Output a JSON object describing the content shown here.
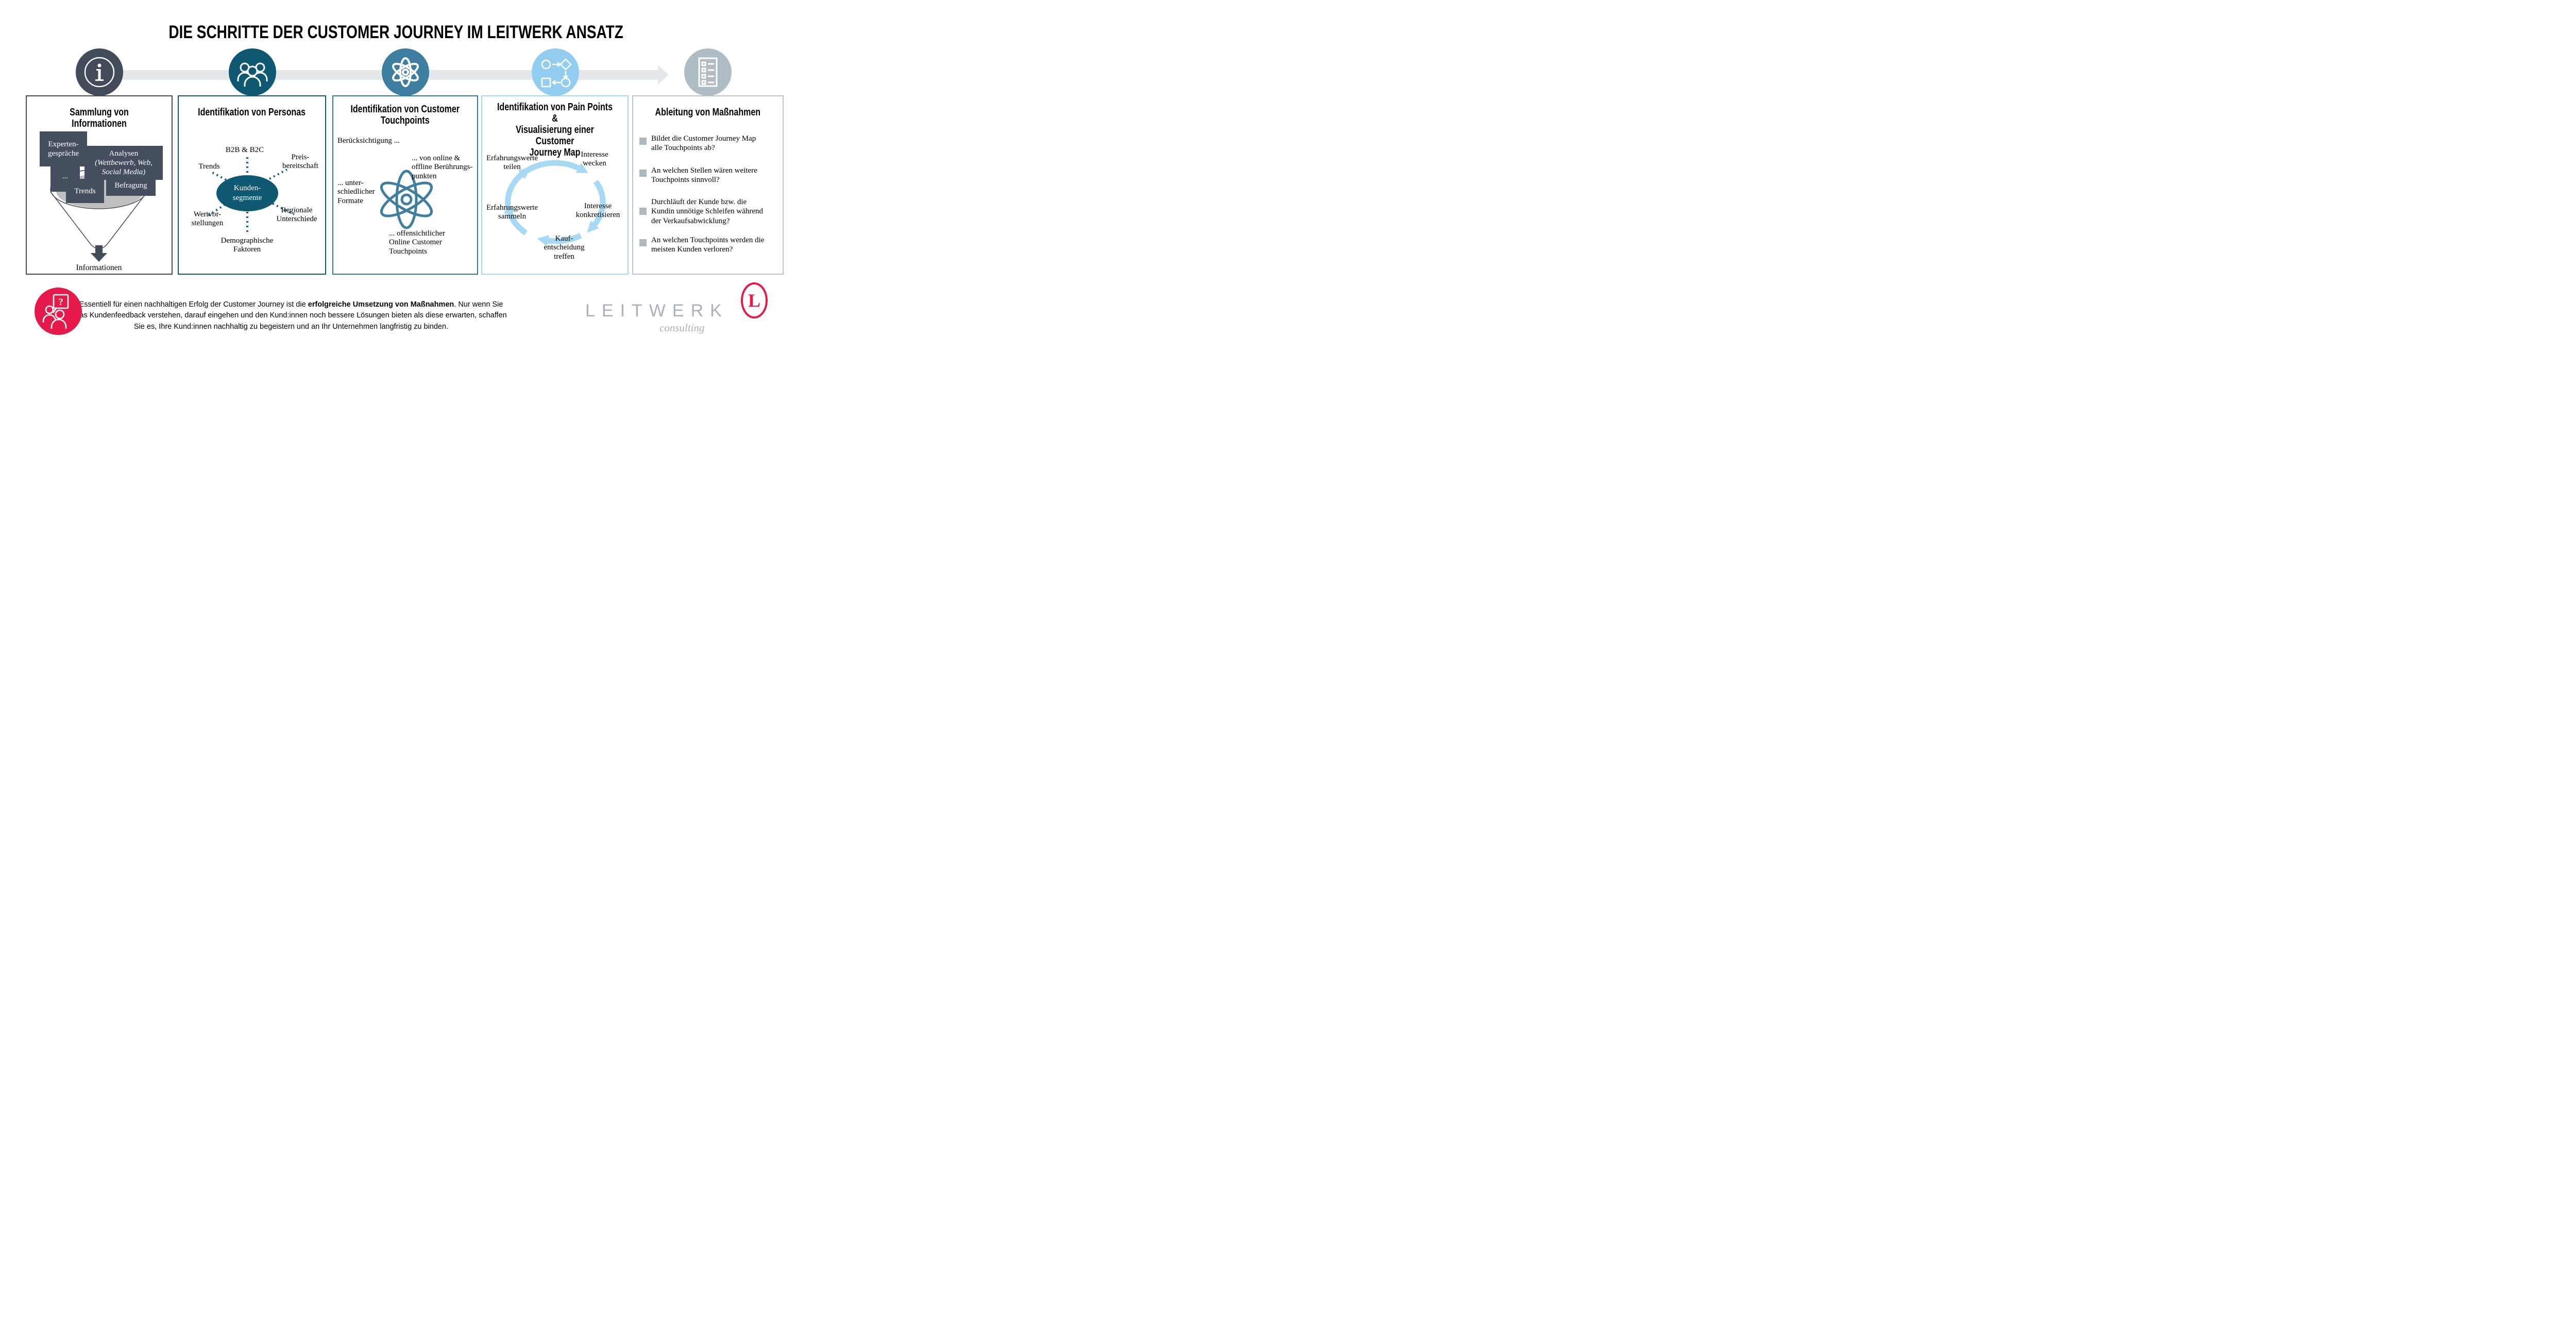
{
  "title": "DIE SCHRITTE DER CUSTOMER JOURNEY IM LEITWERK ANSATZ",
  "colors": {
    "dark_slate": "#424B5A",
    "dark_teal": "#0F5871",
    "steel_blue": "#3E7EA1",
    "light_blue": "#92CCF0",
    "silver_gray": "#AFBCC4",
    "band_gray": "#E4E8EB",
    "accent_red": "#E6194B",
    "funnel_gray": "#BFBFBF",
    "dotted_teal": "#1A637E",
    "cycle_arrow_blue": "#A7D9F4"
  },
  "steps": [
    {
      "icon": "info-icon",
      "heading": "Sammlung von Informationen",
      "boxes": {
        "expert": "Experten-\ngespräche",
        "analysen_title": "Analysen",
        "analysen_detail": "(Wettbewerb, Web,\nSocial Media)",
        "dots": "...",
        "trends": "Trends",
        "befragung": "Befragung"
      },
      "funnel_result": "Informationen"
    },
    {
      "icon": "team-icon",
      "heading": "Identifikation von Personas",
      "center": "Kunden-\nsegmente",
      "factors": {
        "b2b": "B2B & B2C",
        "trends": "Trends",
        "preis": "Preis-\nbereitschaft",
        "wert": "Wertvor-\nstellungen",
        "demo": "Demographische\nFaktoren",
        "regional": "Regionale\nUnterschiede"
      }
    },
    {
      "icon": "atom-icon",
      "heading": "Identifikation von Customer\nTouchpoints",
      "notes": {
        "consider": "Berücksichtigung ...",
        "online": "... von online &\noffline Berührungs-\npunkten",
        "formats": "... unter-\nschiedlicher\nFormate",
        "obvious": "... offensichtlicher\nOnline Customer\nTouchpoints"
      }
    },
    {
      "icon": "process-flow-icon",
      "heading": "Identifikation von Pain Points &\nVisualisierung einer Customer\nJourney Map",
      "cycle": {
        "teilen": "Erfahrungswerte\nteilen",
        "wecken": "Interesse\nwecken",
        "konkretisieren": "Interesse\nkonkretisieren",
        "kauf": "Kauf-\nentscheidung\ntreffen",
        "sammeln": "Erfahrungswerte\nsammeln"
      }
    },
    {
      "icon": "checklist-icon",
      "heading": "Ableitung von Maßnahmen",
      "questions": [
        "Bildet die Customer Journey Map\nalle Touchpoints ab?",
        "An welchen Stellen wären weitere\nTouchpoints sinnvoll?",
        "Durchläuft der Kunde bzw. die\nKundin unnötige Schleifen während\nder Verkaufsabwicklung?",
        "An welchen Touchpoints werden die\nmeisten Kunden verloren?"
      ]
    }
  ],
  "footer": {
    "icon": "feedback-question-icon",
    "question_mark": "?",
    "lead": "Essentiell  für einen nachhaltigen Erfolg der Customer Journey ist die ",
    "bold": "erfolgreiche Umsetzung von Maßnahmen",
    "rest": ". Nur wenn Sie das Kundenfeedback verstehen, darauf eingehen und den Kund:innen noch bessere Lösungen bieten als diese erwarten, schaffen Sie es, Ihre Kund:innen nachhaltig zu begeistern und an Ihr Unternehmen langfristig zu binden."
  },
  "logo": {
    "brand": "LEITWERK",
    "mark": "L",
    "subtitle": "consulting"
  }
}
